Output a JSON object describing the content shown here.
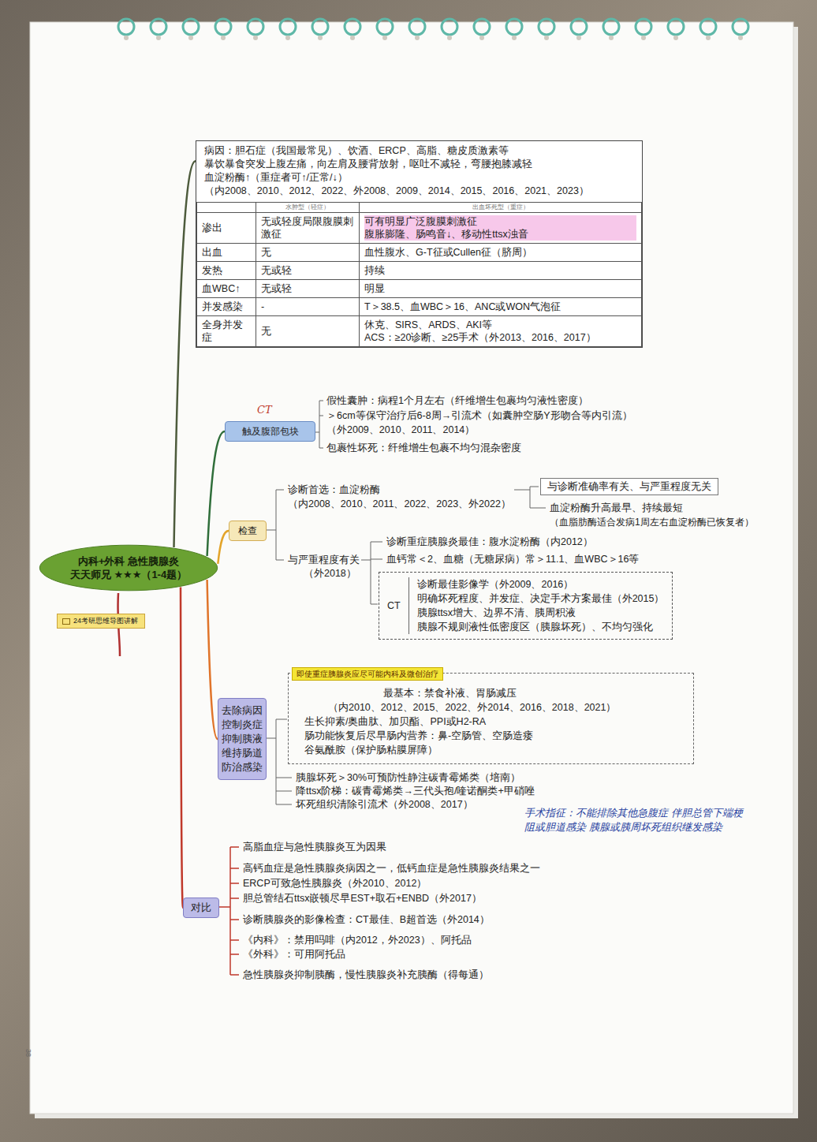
{
  "diagram": {
    "nodes": [
      {
        "text": [
          "内科+外科 急性胰腺炎 天天师兄 ★★★（1-4题）"
        ]
      },
      {
        "text": [
          "24考研思维导图讲解"
        ]
      },
      {
        "text": [
          "病因：胆石症（我国最常见）、饮酒、ERCP、高脂、糖皮质激素等",
          "暴饮暴食突发上腹左痛，向左肩及腰背放射，呕吐不减轻，弯腰抱膝减轻",
          "血淀粉酶↑（重症者可↑/正常/↓）",
          "（内2008、2010、2012、2022、外2008、2009、2014、2015、2016、2021、2023）"
        ]
      },
      {
        "text": [
          "触及腹部包块"
        ]
      },
      {
        "text": [
          "检查"
        ]
      },
      {
        "text": [
          "与诊断准确率有关、与严重程度无关"
        ]
      },
      {
        "text": [
          "CT",
          "诊断最佳影像学（外2009、2016）",
          "明确坏死程度、并发症、决定手术方案最佳（外2015）",
          "胰腺ttsx增大、边界不清、胰周积液",
          "胰腺不规则液性低密度区（胰腺坏死）、不均匀强化"
        ]
      },
      {
        "text": [
          "去除病因 控制炎症 抑制胰液 维持肠道 防治感染"
        ]
      },
      {
        "text": [
          "即使重症胰腺炎应尽可能内科及微创治疗"
        ]
      },
      {
        "text": [
          "最基本：禁食补液、胃肠减压",
          "（内2010、2012、2015、2022、外2014、2016、2018、2021）",
          "生长抑素/奥曲肽、加贝酯、PPI或H2-RA",
          "肠功能恢复后尽早肠内营养：鼻-空肠管、空肠造瘘",
          "谷氨酰胺（保护肠粘膜屏障）"
        ]
      },
      {
        "text": [
          "对比"
        ]
      }
    ],
    "edges": [
      {
        "from": 0,
        "to": 2,
        "arrow": "none"
      },
      {
        "from": 0,
        "to": 3,
        "arrow": "none"
      },
      {
        "from": 0,
        "to": 4,
        "arrow": "none"
      },
      {
        "from": 0,
        "to": 7,
        "arrow": "none"
      },
      {
        "from": 0,
        "to": 10,
        "arrow": "none"
      }
    ],
    "labels": [
      "水肿型（轻症）",
      "出血坏死型（重症）",
      "渗出",
      "无或轻度局限腹膜刺激征",
      "可有明显广泛腹膜刺激征",
      "腹胀膨隆、肠鸣音↓、移动性ttsx浊音",
      "出血",
      "无",
      "血性腹水、G-T征或Cullen征（脐周）",
      "发热",
      "无或轻",
      "持续",
      "血WBC↑",
      "无或轻",
      "明显",
      "并发感染",
      "-",
      "T＞38.5、血WBC＞16、ANC或WON气泡征",
      "全身并发症",
      "无",
      "休克、SIRS、ARDS、AKI等",
      "ACS：≥20诊断、≥25手术（外2013、2016、2017）",
      "假性囊肿：病程1个月左右（纤维增生包裹均匀液性密度）",
      "＞6cm等保守治疗后6-8周→引流术（如囊肿空肠Y形吻合等内引流）",
      "（外2009、2010、2011、2014）",
      "包裹性坏死：纤维增生包裹不均匀混杂密度",
      "诊断首选：血淀粉酶",
      "（内2008、2010、2011、2022、2023、外2022）",
      "血淀粉酶升高最早、持续最短",
      "（血脂肪酶适合发病1周左右血淀粉酶已恢复者）",
      "与严重程度有关",
      "（外2018）",
      "诊断重症胰腺炎最佳：腹水淀粉酶（内2012）",
      "血钙常＜2、血糖（无糖尿病）常＞11.1、血WBC＞16等",
      "胰腺坏死＞30%可预防性静注碳青霉烯类（培南）",
      "降ttsx阶梯：碳青霉烯类→三代头孢/喹诺酮类+甲硝唑",
      "坏死组织清除引流术（外2008、2017）",
      "高脂血症与急性胰腺炎互为因果",
      "高钙血症是急性胰腺炎病因之一，低钙血症是急性胰腺炎结果之一",
      "ERCP可致急性胰腺炎（外2010、2012）",
      "胆总管结石ttsx嵌顿尽早EST+取石+ENBD（外2017）",
      "诊断胰腺炎的影像检查：CT最佳、B超首选（外2014）",
      "《内科》：禁用吗啡（内2012，外2023）、阿托品",
      "《外科》：可用阿托品",
      "急性胰腺炎抑制胰酶，慢性胰腺炎补充胰酶（得每通）",
      "38",
      "CT",
      "手术指征：不能排除其他急腹症 伴胆总管下端梗阻或胆道感染 胰腺或胰周坏死组织继发感染"
    ]
  }
}
